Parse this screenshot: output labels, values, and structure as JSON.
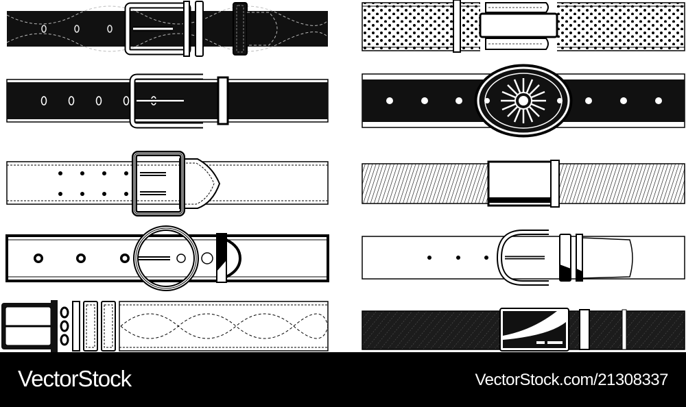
{
  "image": {
    "subject": "belt-set",
    "belt_count": 10,
    "palette": {
      "ink": "#000000",
      "paper": "#ffffff",
      "dark_fill": "#111111",
      "pattern_fill": "#1c1c1c"
    }
  },
  "footer": {
    "brand_logo_text": "VectorStock",
    "stock_id_text": "VectorStock.com/21308337"
  }
}
